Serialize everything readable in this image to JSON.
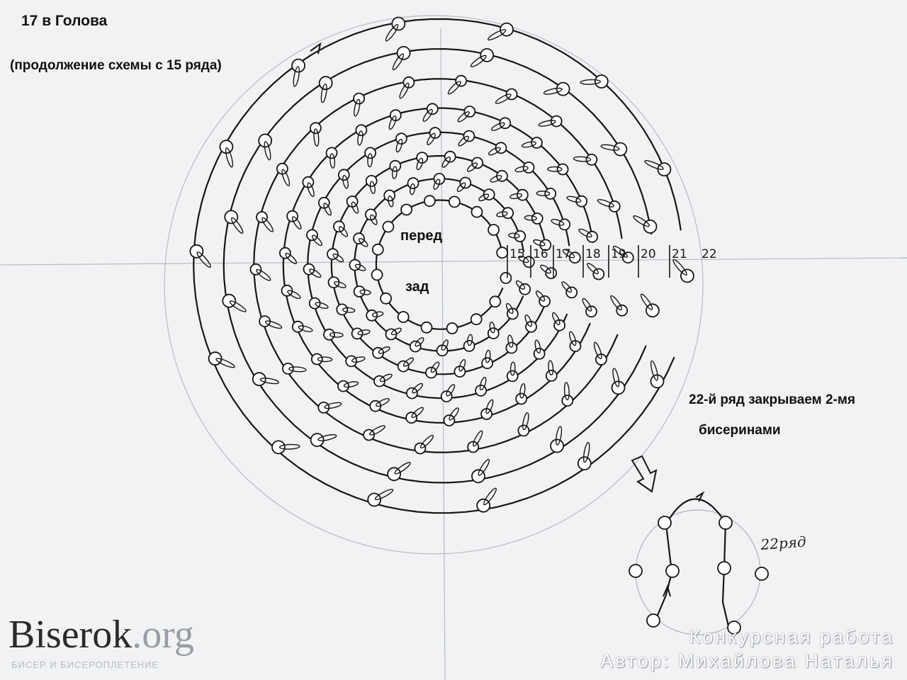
{
  "title": "17 в  Голова",
  "subtitle": "(продолжение схемы с 15 ряда)",
  "center_labels": {
    "front": "перед",
    "back": "зад"
  },
  "row_labels": [
    "15",
    "16",
    "17",
    "18",
    "19",
    "20",
    "21",
    "22"
  ],
  "note": {
    "line1": "22-й ряд закрываем 2-мя",
    "line2": "бисеринами"
  },
  "detail_label": "22ряд",
  "brand": {
    "name": "Biserok",
    "domain": ".org",
    "tagline": "БИСЕР И БИСЕРОПЛЕТЕНИЕ"
  },
  "credits": {
    "line1": "Конкурсная  работа",
    "line2": "Автор:  Михайлова  Наталья"
  },
  "colors": {
    "paper": "#f1f2f4",
    "ink": "#161616",
    "guide": "#b9bcc0",
    "watermark": "#ffffff"
  }
}
